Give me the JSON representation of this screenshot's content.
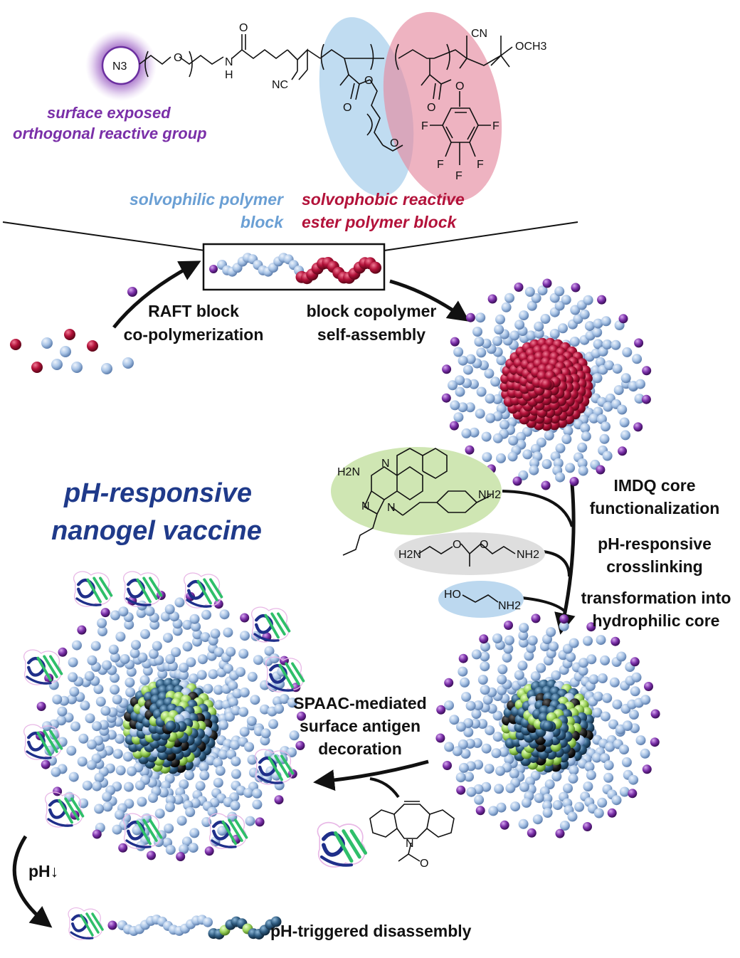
{
  "polymer": {
    "azide_label": "N3",
    "atom_labels": {
      "o_chain": "O",
      "nh": "N",
      "h": "H",
      "carbonyl_o": "O",
      "nc": "NC",
      "cn": "CN",
      "och3": "OCH3",
      "ester_o1": "O",
      "ester_o2": "O",
      "peg_o": "O",
      "pfp_o1": "O",
      "pfp_o2": "O",
      "f": "F"
    },
    "surface_label_1": "surface exposed",
    "surface_label_2": "orthogonal reactive group",
    "solvophilic_1": "solvophilic polymer",
    "solvophilic_2": "block",
    "solvophobic_1": "solvophobic reactive",
    "solvophobic_2": "ester polymer block"
  },
  "steps": {
    "raft_1": "RAFT block",
    "raft_2": "co-polymerization",
    "assembly_1": "block copolymer",
    "assembly_2": "self-assembly",
    "imdq_1": "IMDQ core",
    "imdq_2": "functionalization",
    "crosslink_1": "pH-responsive",
    "crosslink_2": "crosslinking",
    "transform_1": "transformation into",
    "transform_2": "hydrophilic core",
    "spaac_1": "SPAAC-mediated",
    "spaac_2": "surface antigen",
    "spaac_3": "decoration",
    "ph_drop": "pH↓",
    "disassembly": "pH-triggered disassembly"
  },
  "title": {
    "line1": "pH-responsive",
    "line2": "nanogel vaccine"
  },
  "reagents": {
    "imdq_h2n": "H2N",
    "imdq_n1": "N",
    "imdq_n2": "N",
    "imdq_n3": "N",
    "imdq_nh2": "NH2",
    "ketal_h2n": "H2N",
    "ketal_o1": "O",
    "ketal_o2": "O",
    "ketal_nh2": "NH2",
    "eth_ho": "HO",
    "eth_nh2": "NH2",
    "dbco_n": "N",
    "dbco_o": "O"
  },
  "colors": {
    "solvophilic": "#6a9fd4",
    "solvophobic": "#b3123a",
    "surface": "#7a2fa8",
    "title": "#1f3a8a",
    "bead_light": "#a9c4e6",
    "bead_dark": "#9c1035",
    "core_blue": "#2e5b80",
    "core_green": "#9bd35a",
    "purple_end": "#6b2fa0",
    "imdq_bg": "#cfe6b3",
    "ketal_bg": "#dedede",
    "eth_bg": "#bcd8ef"
  }
}
